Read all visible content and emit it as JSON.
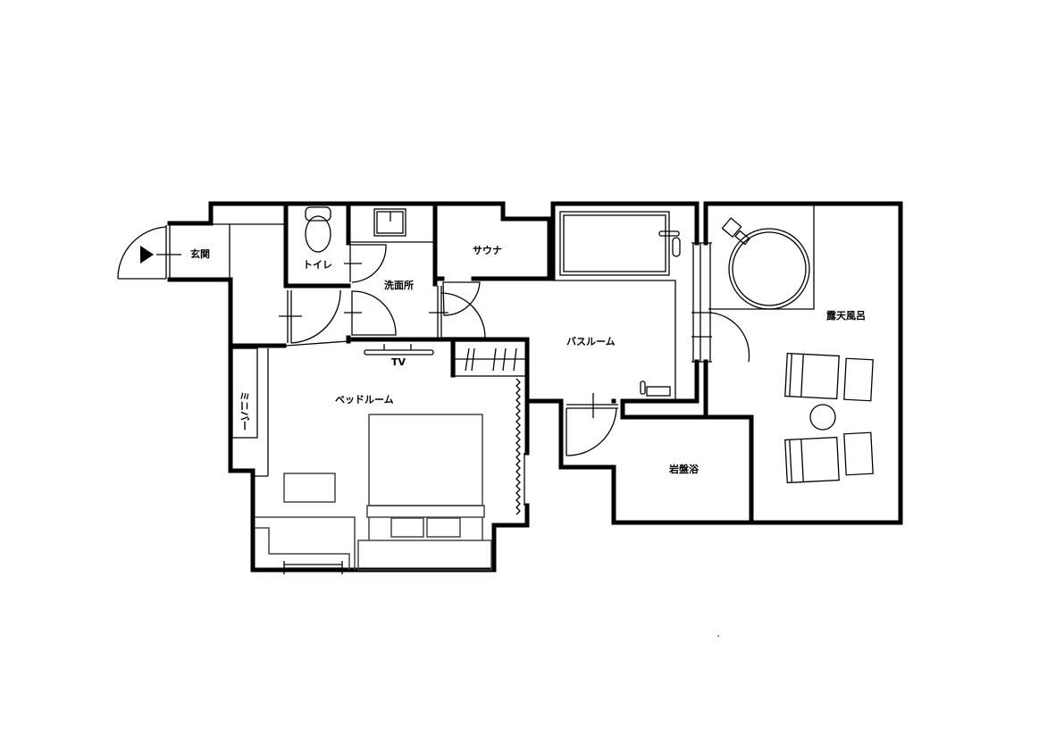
{
  "floorplan": {
    "rooms": {
      "entrance": "玄関",
      "toilet": "トイレ",
      "washroom": "洗面所",
      "sauna": "サウナ",
      "bathroom": "バスルーム",
      "open_air_bath": "露天風呂",
      "minibar": "ミニバー",
      "bedroom": "ベッドルーム",
      "tv": "TV",
      "bedrock_bath": "岩盤浴"
    },
    "colors": {
      "wall": "#000000",
      "background": "#ffffff"
    }
  }
}
